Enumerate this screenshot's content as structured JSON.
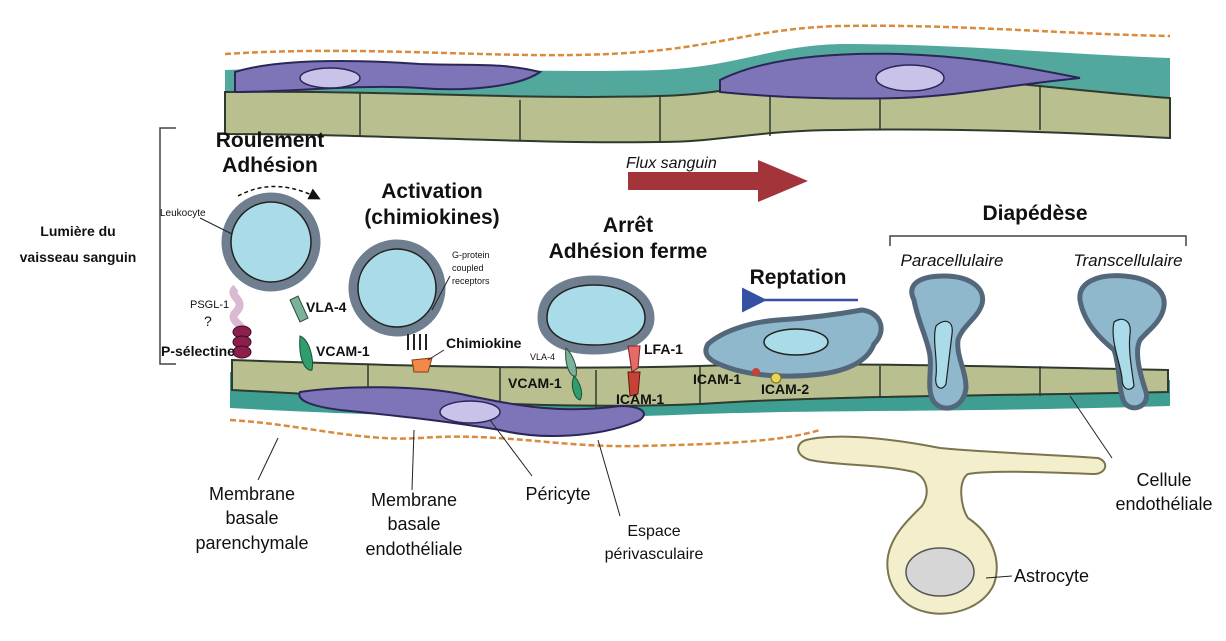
{
  "stages": {
    "rolling": [
      "Roulement",
      "Adhésion"
    ],
    "activation": [
      "Activation",
      "(chimiokines)"
    ],
    "arrest": [
      "Arrêt",
      "Adhésion ferme"
    ],
    "crawling": "Reptation",
    "diapedesis": "Diapédèse"
  },
  "lumen": [
    "Lumière du",
    "vaisseau sanguin"
  ],
  "flow": "Flux sanguin",
  "routes": {
    "paracellular": "Paracellulaire",
    "transcellular": "Transcellulaire"
  },
  "molecules": {
    "leukocyte": "Leukocyte",
    "psgl1": "PSGL-1",
    "question": "?",
    "pselectin": "P-sélectine",
    "vla4_a": "VLA-4",
    "vcam1_a": "VCAM-1",
    "gpcr": [
      "G-protein",
      "coupled",
      "receptors"
    ],
    "chemokine": "Chimiokine",
    "vla4_b": "VLA-4",
    "vcam1_b": "VCAM-1",
    "lfa1": "LFA-1",
    "icam1_a": "ICAM-1",
    "icam1_b": "ICAM-1",
    "icam2": "ICAM-2"
  },
  "structures": {
    "parenchymal_bm": [
      "Membrane",
      "basale",
      "parenchymale"
    ],
    "endothelial_bm": [
      "Membrane",
      "basale",
      "endothéliale"
    ],
    "pericyte": "Péricyte",
    "perivascular": [
      "Espace",
      "périvasculaire"
    ],
    "endothelial_cell": [
      "Cellule",
      "endothéliale"
    ],
    "astrocyte": "Astrocyte"
  },
  "colors": {
    "endothelium": "#b9bf8e",
    "pericyte": "#7e74b8",
    "basement_membrane": "#3f9e92",
    "outer_membrane": "#d98a3c",
    "leukocyte": "#a9dbe8",
    "leukocyte_ring": "#6f7f8f",
    "flow_arrow": "#a3343a",
    "crawl_arrow": "#3451a3",
    "astrocyte": "#f3eecb"
  }
}
